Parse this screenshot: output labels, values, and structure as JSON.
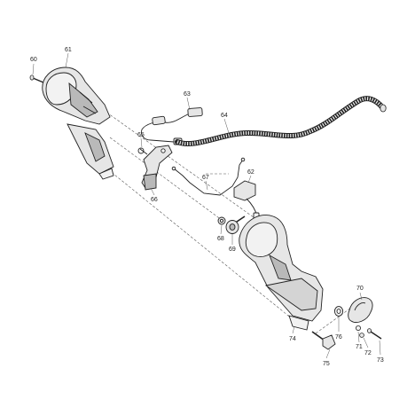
{
  "diagram": {
    "callouts": [
      {
        "id": "60",
        "text": "60"
      },
      {
        "id": "61",
        "text": "61"
      },
      {
        "id": "62",
        "text": "62"
      },
      {
        "id": "63",
        "text": "63"
      },
      {
        "id": "64",
        "text": "64"
      },
      {
        "id": "65",
        "text": "65"
      },
      {
        "id": "66",
        "text": "66"
      },
      {
        "id": "67",
        "text": "67"
      },
      {
        "id": "68",
        "text": "68"
      },
      {
        "id": "69",
        "text": "69"
      },
      {
        "id": "70",
        "text": "70"
      },
      {
        "id": "71",
        "text": "71"
      },
      {
        "id": "72",
        "text": "72"
      },
      {
        "id": "73",
        "text": "73"
      },
      {
        "id": "74",
        "text": "74"
      },
      {
        "id": "75",
        "text": "75"
      },
      {
        "id": "76",
        "text": "76"
      }
    ],
    "colors": {
      "line": "#222222",
      "part_fill": "#e6e6e6",
      "part_fill_light": "#f2f2f2",
      "shadow": "#b9b9b9",
      "leader": "#555555"
    }
  }
}
